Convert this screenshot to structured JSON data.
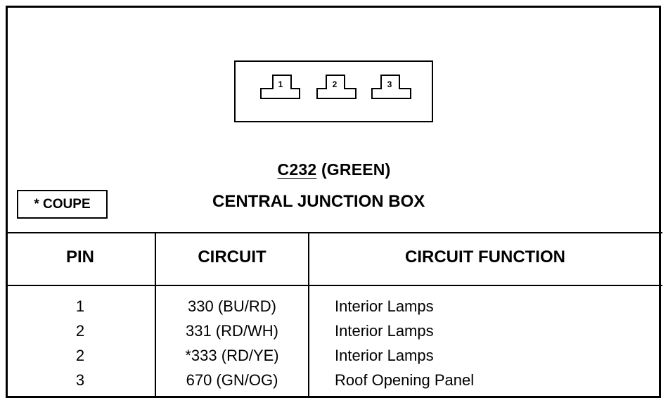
{
  "connector": {
    "id": "C232",
    "color_label": "(GREEN)",
    "location": "CENTRAL JUNCTION BOX",
    "pins": [
      "1",
      "2",
      "3"
    ]
  },
  "note": "* COUPE",
  "table": {
    "headers": {
      "pin": "PIN",
      "circuit": "CIRCUIT",
      "function": "CIRCUIT FUNCTION"
    },
    "rows": [
      {
        "pin": "1",
        "circuit": "330 (BU/RD)",
        "function": "Interior Lamps"
      },
      {
        "pin": "2",
        "circuit": "331 (RD/WH)",
        "function": "Interior Lamps"
      },
      {
        "pin": "2",
        "circuit": "*333 (RD/YE)",
        "function": "Interior Lamps"
      },
      {
        "pin": "3",
        "circuit": "670 (GN/OG)",
        "function": "Roof Opening Panel"
      }
    ]
  }
}
